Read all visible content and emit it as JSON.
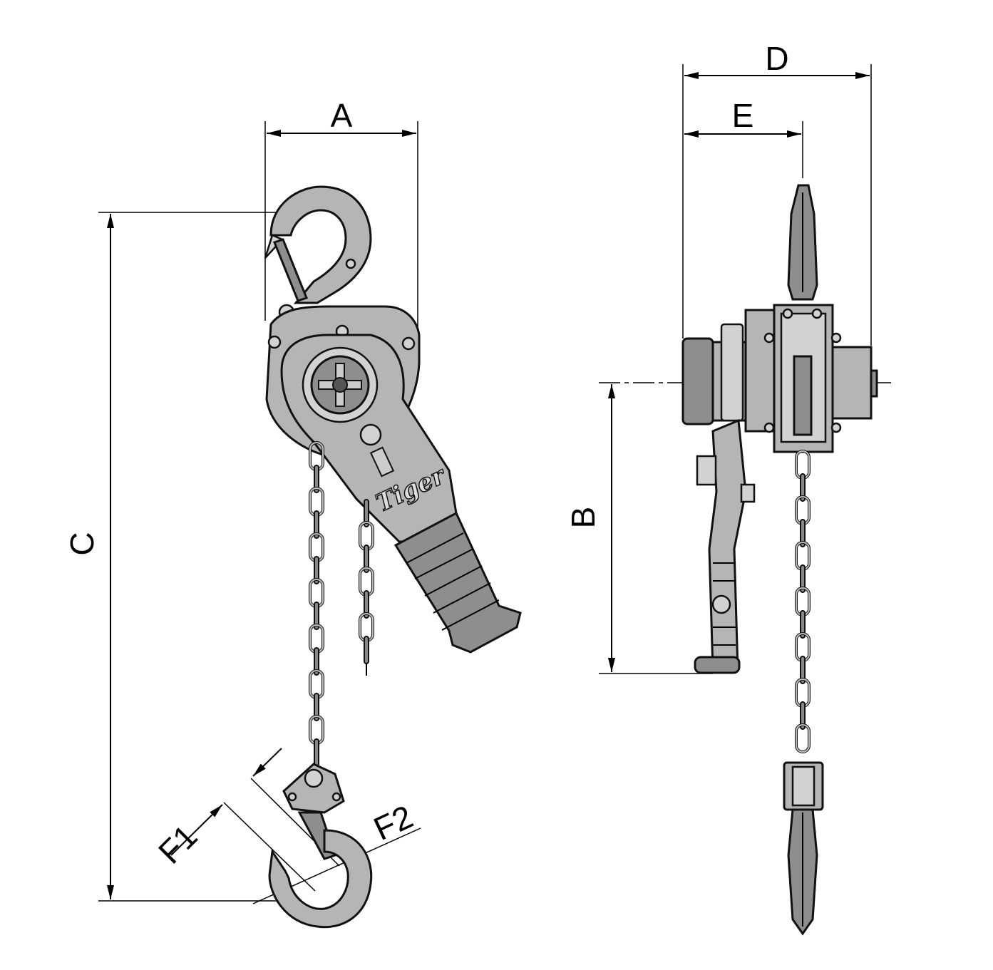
{
  "dimensions": {
    "A": "A",
    "B": "B",
    "C": "C",
    "D": "D",
    "E": "E",
    "F1": "F1",
    "F2": "F2"
  },
  "logo_text": "Tiger",
  "colors": {
    "line": "#000000",
    "body": "#b5b5b5",
    "background": "#ffffff"
  }
}
